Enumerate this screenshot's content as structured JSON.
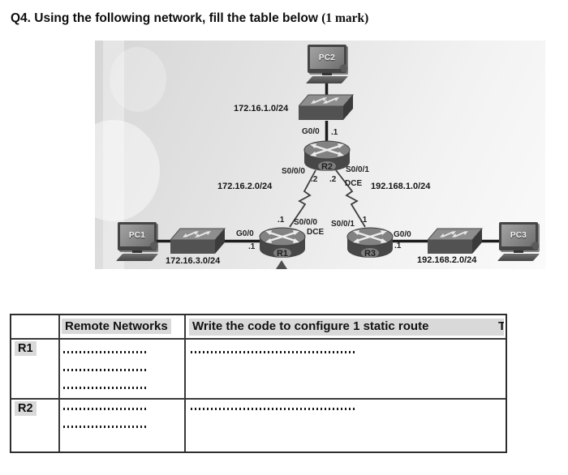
{
  "title": {
    "main": "Q4. Using the following network, fill the table below ",
    "marks": "(1 mark)"
  },
  "diagram": {
    "pcs": {
      "pc1": "PC1",
      "pc2": "PC2",
      "pc3": "PC3"
    },
    "routers": {
      "r1": {
        "name": "R1",
        "lan_if": "G0/0",
        "lan_ip": ".1",
        "wan_ip": ".1",
        "wan_if": "S0/0/0",
        "dce": "DCE"
      },
      "r2": {
        "name": "R2",
        "top_if": "G0/0",
        "top_ip": ".1",
        "left_if": "S0/0/0",
        "left_ip": ".2",
        "right_if": "S0/0/1",
        "right_ip": ".2",
        "right_dce": "DCE"
      },
      "r3": {
        "name": "R3",
        "wan_if": "S0/0/1",
        "wan_ip": ".1",
        "lan_if": "G0/0",
        "lan_ip": ".1"
      }
    },
    "networks": {
      "top": "172.16.1.0/24",
      "mid_left": "172.16.2.0/24",
      "mid_right": "192.168.1.0/24",
      "bottom_left": "172.16.3.0/24",
      "bottom_right": "192.168.2.0/24"
    }
  },
  "table": {
    "row_header_col": "",
    "columns": [
      "Remote Networks",
      "Write the code to configure 1 static route"
    ],
    "clipped_char": "T",
    "rows": [
      {
        "label": "R1",
        "remote_networks_blanks": 3,
        "code_blanks": 1
      },
      {
        "label": "R2",
        "remote_networks_blanks": 2,
        "code_blanks": 1
      }
    ]
  },
  "colors": {
    "panel_gray": "#d6d6d6",
    "highlight_gray": "#d9d9d9",
    "device_dark": "#484848",
    "text_black": "#111111"
  }
}
